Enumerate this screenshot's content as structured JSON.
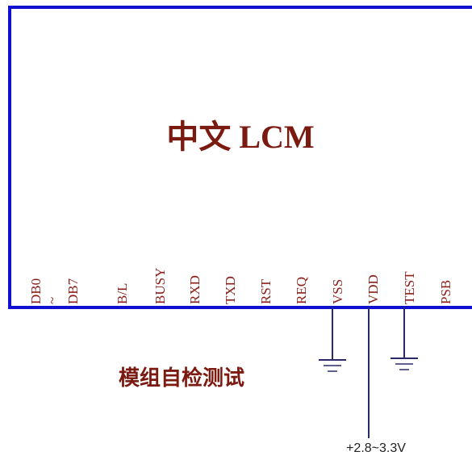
{
  "module": {
    "title": "中文 LCM",
    "pins": [
      "DB0",
      "~",
      "DB7",
      "B/L",
      "BUSY",
      "RXD",
      "TXD",
      "RST",
      "REQ",
      "VSS",
      "VDD",
      "TEST",
      "PSB"
    ]
  },
  "caption": "模组自检测试",
  "supply_label": "+2.8~3.3V",
  "colors": {
    "frame": "#1010d0",
    "title": "#7a1a10",
    "pin_text": "#8a1e16",
    "wire": "#2a2a6a",
    "caption": "#7a1a10",
    "supply": "#222222"
  }
}
